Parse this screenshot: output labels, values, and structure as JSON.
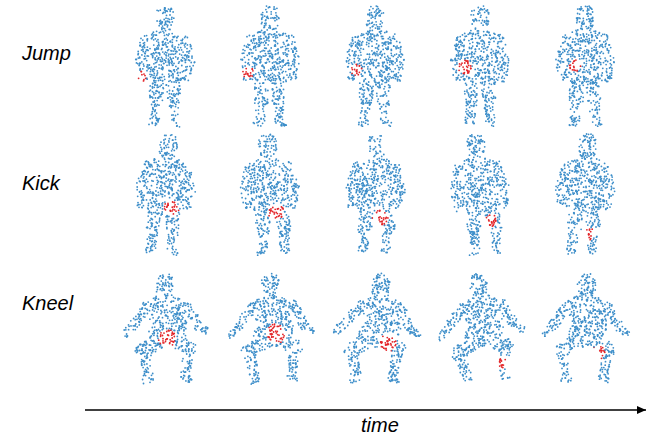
{
  "diagram": {
    "labels": [
      "Jump",
      "Kick",
      "Kneel",
      "time"
    ]
  }
}
